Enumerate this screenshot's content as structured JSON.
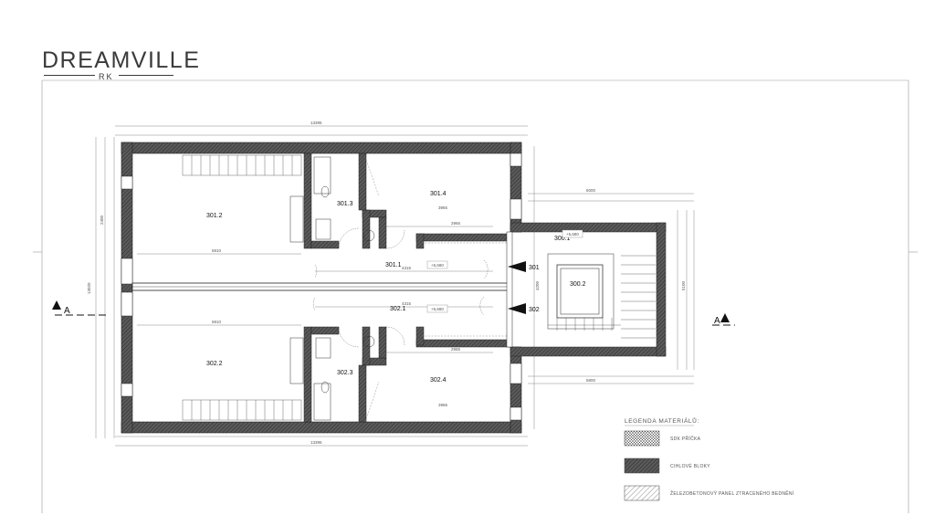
{
  "logo": {
    "word": "DREAMVILLE",
    "sub": "RK"
  },
  "rooms": {
    "r301_2": "301.2",
    "r301_3": "301.3",
    "r301_4": "301.4",
    "r301_1": "301.1",
    "r302_1": "302.1",
    "r302_2": "302.2",
    "r302_3": "302.3",
    "r302_4": "302.4",
    "r300_1": "300.1",
    "r300_2": "300.2"
  },
  "entrances": {
    "e301": "301",
    "e302": "302"
  },
  "levels": {
    "l1": "+5,680",
    "l2": "+5,680",
    "l3": "+5,680"
  },
  "dimensions": {
    "overall_top": "13395",
    "overall_bottom": "13395",
    "d5910a": "5910",
    "d5910b": "5910",
    "d3965a": "3965",
    "d3965b": "3965",
    "d2965a": "2965",
    "d2965b": "2965",
    "d5000": "5000",
    "d5800": "5800",
    "d4315a": "4315",
    "d4315b": "4315",
    "d13020": "13020",
    "d2400": "2400",
    "d5100": "5100",
    "d4200": "4200"
  },
  "section": {
    "left": "A",
    "right": "A"
  },
  "legend": {
    "title": "LEGENDA MATERIÁLŮ:",
    "item1": "SDK PŘÍČKA",
    "item2": "CIHLOVÉ BLOKY",
    "item3": "ŽELEZOBETONOVÝ PANEL ZTRACENÉHO BEDNĚNÍ"
  },
  "colors": {
    "wall": "#4a4a4a",
    "line": "#222222",
    "thin": "#777777"
  }
}
